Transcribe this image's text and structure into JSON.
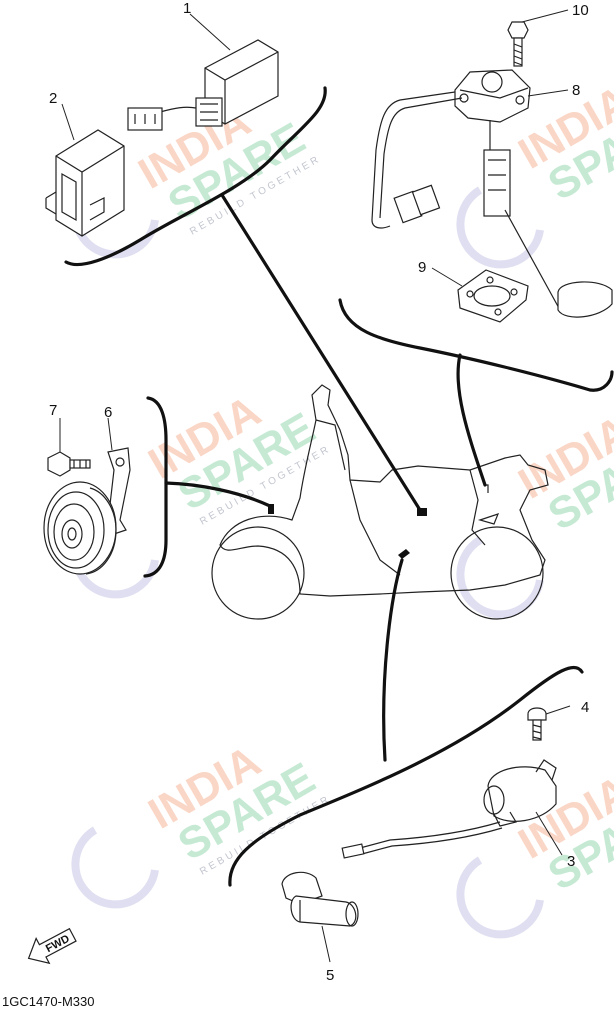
{
  "callouts": {
    "c1": "1",
    "c2": "2",
    "c3": "3",
    "c4": "4",
    "c5": "5",
    "c6": "6",
    "c7": "7",
    "c8": "8",
    "c9": "9",
    "c10": "10"
  },
  "diagram_code": "1GC1470-M330",
  "fwd_label": "FWD",
  "watermark": {
    "line1": "INDIA",
    "line2": "SPARE",
    "tagline": "REBUILD TOGETHER"
  },
  "colors": {
    "ink": "#222222",
    "watermark_orange": "#f4a582",
    "watermark_green": "#7fcf9f",
    "watermark_blue": "#b8b8e0"
  }
}
